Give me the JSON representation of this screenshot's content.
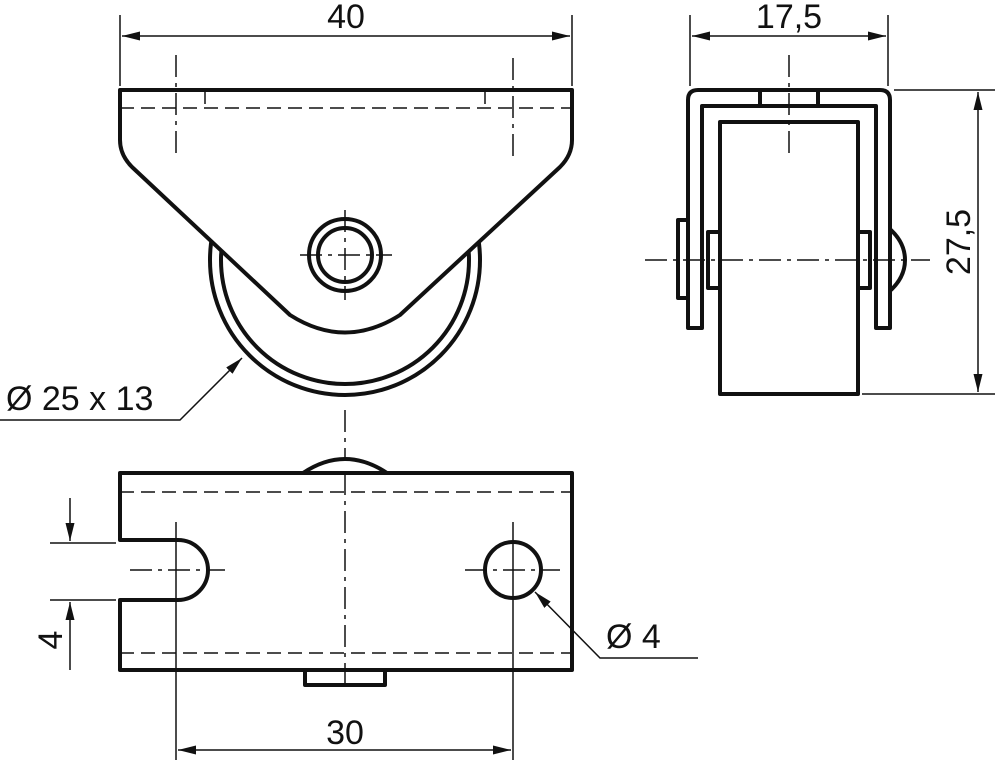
{
  "dimensions": {
    "width_front": "40",
    "width_side": "17,5",
    "height_side": "27,5",
    "wheel": "Ø 25 x 13",
    "hole_spacing": "30",
    "slot_width": "4",
    "hole_diameter": "Ø 4"
  },
  "colors": {
    "line": "#111111",
    "background": "#ffffff"
  }
}
